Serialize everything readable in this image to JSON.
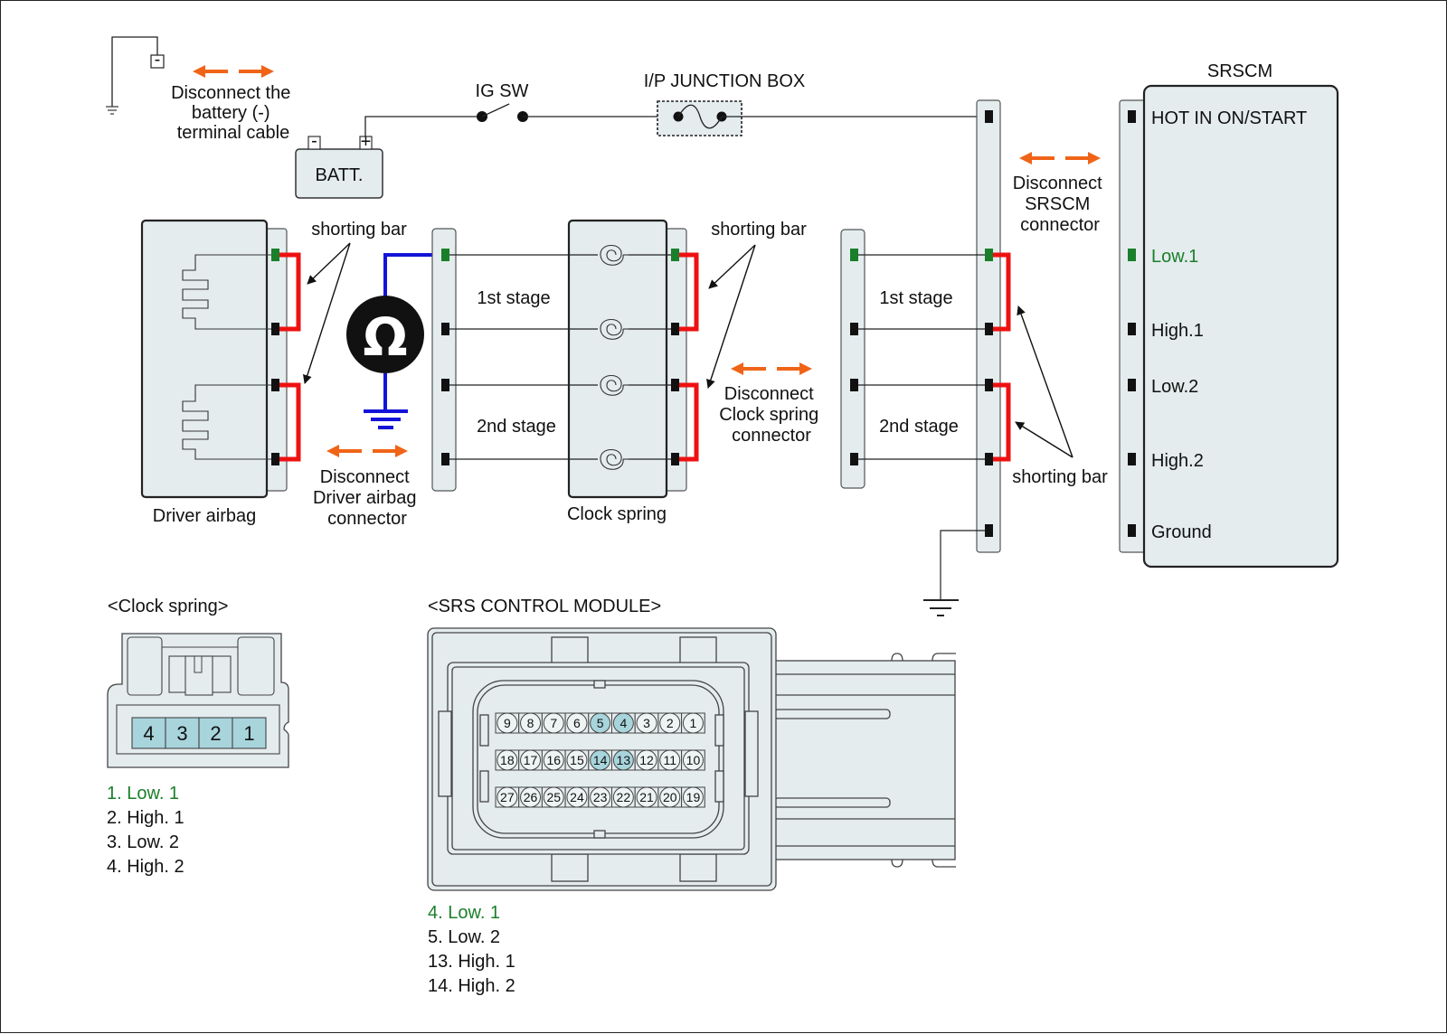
{
  "colors": {
    "panel_fill": "#e4ecee",
    "shorting_bar": "#ee1111",
    "active_pin": "#1a7f2a",
    "meter_wire": "#1414d8",
    "disconnect_arrow": "#f06418",
    "highlight_pin": "#a8d4dc"
  },
  "top": {
    "battery_disconnect_label": [
      "Disconnect the",
      "battery (-)",
      "terminal cable"
    ],
    "battery_label": "BATT.",
    "battery_neg": "-",
    "battery_pos": "+",
    "ground_terminal": "-",
    "ig_sw_label": "IG SW",
    "junction_box_label": "I/P JUNCTION BOX"
  },
  "srscm": {
    "title": "SRSCM",
    "pins": [
      "HOT IN ON/START",
      "Low.1",
      "High.1",
      "Low.2",
      "High.2",
      "Ground"
    ],
    "disconnect_label": [
      "Disconnect",
      "SRSCM",
      "connector"
    ]
  },
  "driver_airbag": {
    "label": "Driver airbag",
    "disconnect_label": [
      "Disconnect",
      "Driver airbag",
      "connector"
    ],
    "shorting_bar_label": "shorting bar",
    "meter_symbol": "Ω"
  },
  "clock_spring": {
    "label": "Clock spring",
    "stage1": "1st stage",
    "stage2": "2nd stage",
    "shorting_bar_label": "shorting bar",
    "disconnect_label": [
      "Disconnect",
      "Clock spring",
      "connector"
    ]
  },
  "srscm_harness": {
    "stage1": "1st stage",
    "stage2": "2nd stage",
    "shorting_bar_label": "shorting bar"
  },
  "clock_spring_connector": {
    "title": "<Clock spring>",
    "pins": [
      "4",
      "3",
      "2",
      "1"
    ],
    "legend": [
      "1. Low. 1",
      "2. High. 1",
      "3. Low. 2",
      "4. High. 2"
    ]
  },
  "srs_module_connector": {
    "title": "<SRS CONTROL MODULE>",
    "rows": [
      [
        "9",
        "8",
        "7",
        "6",
        "5",
        "4",
        "3",
        "2",
        "1"
      ],
      [
        "18",
        "17",
        "16",
        "15",
        "14",
        "13",
        "12",
        "11",
        "10"
      ],
      [
        "27",
        "26",
        "25",
        "24",
        "23",
        "22",
        "21",
        "20",
        "19"
      ]
    ],
    "highlighted": [
      "4",
      "5",
      "13",
      "14"
    ],
    "legend": [
      "4. Low. 1",
      "5. Low. 2",
      "13. High. 1",
      "14. High. 2"
    ]
  }
}
